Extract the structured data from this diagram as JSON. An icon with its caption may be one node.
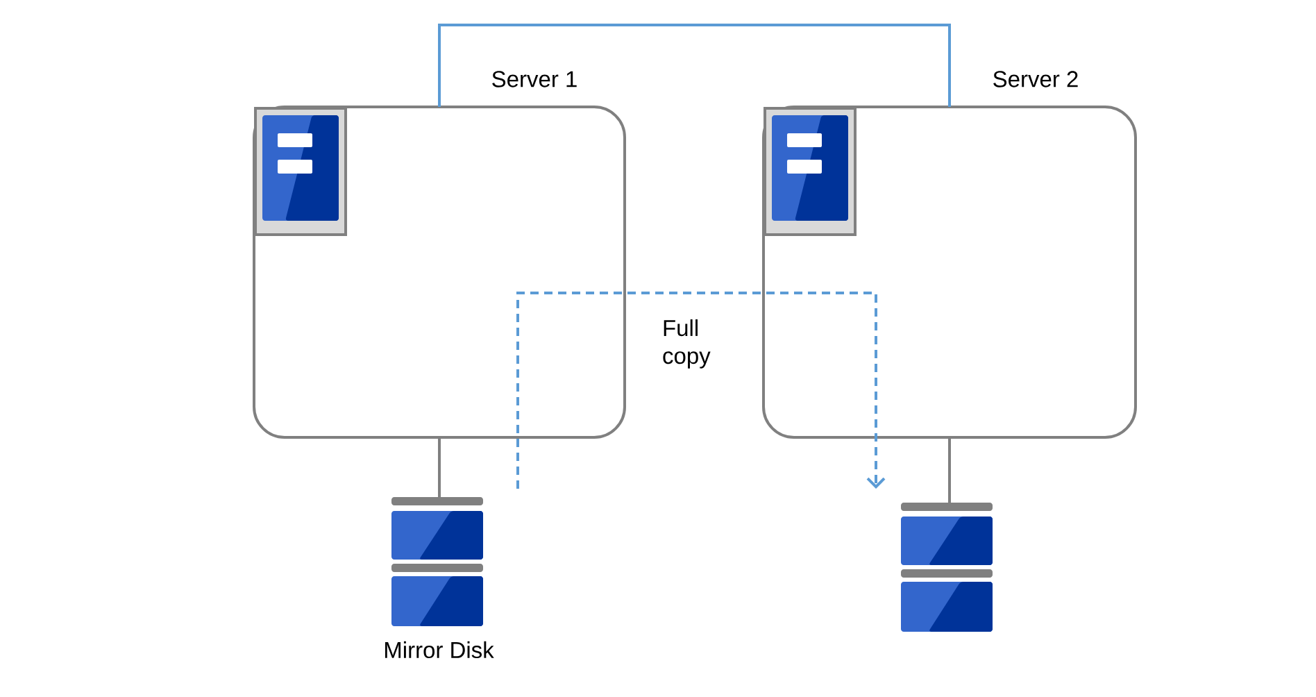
{
  "diagram": {
    "nodes": [
      {
        "text": [
          "Server 1"
        ]
      },
      {
        "text": [
          "Server 2"
        ]
      },
      {
        "text": [],
        "shape": "picture",
        "in": 0
      },
      {
        "text": [],
        "shape": "picture",
        "in": 1
      },
      {
        "text": [
          "Mirror Disk"
        ]
      },
      {
        "text": [],
        "shape": "cylinder"
      }
    ],
    "edges": [
      {
        "from": 0,
        "to": 1,
        "arrow": "none",
        "color": "#5b9bd5"
      },
      {
        "from": 0,
        "to": 4,
        "arrow": "none"
      },
      {
        "from": 1,
        "to": 5,
        "arrow": "none"
      },
      {
        "from": 4,
        "to": 5,
        "arrow": "to",
        "label": "Full copy",
        "style": "dashed",
        "color": "#5b9bd5"
      }
    ]
  }
}
